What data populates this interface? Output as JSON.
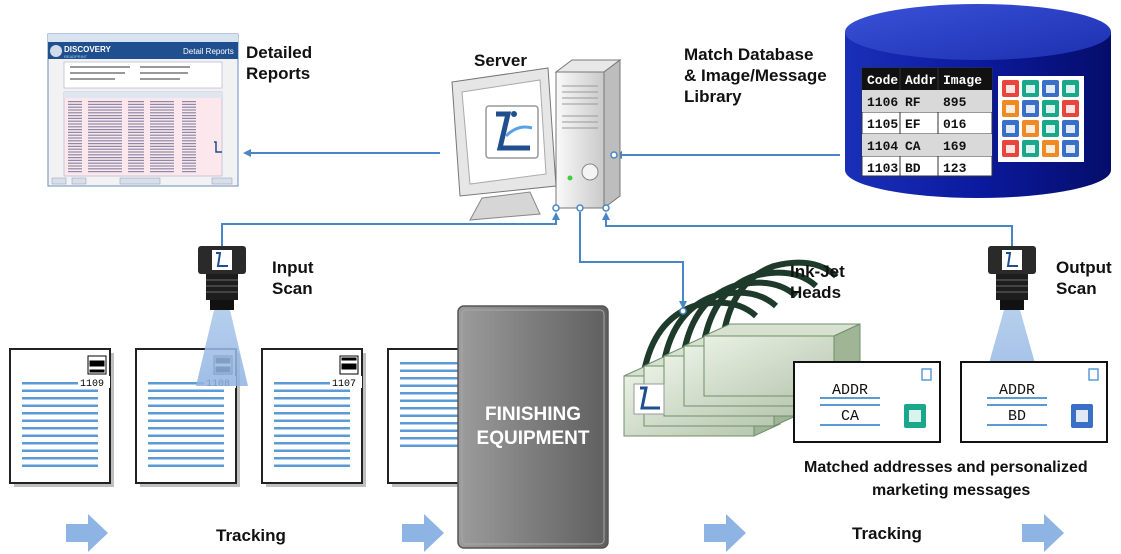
{
  "labels": {
    "detailed_reports": "Detailed\nReports",
    "server": "Server",
    "match_database": "Match Database\n& Image/Message\nLibrary",
    "input_scan": "Input\nScan",
    "output_scan": "Output\nScan",
    "inkjet_heads": "Ink-Jet\nHeads",
    "matched_caption_line1": "Matched addresses and personalized",
    "matched_caption_line2": "marketing messages",
    "tracking_left": "Tracking",
    "tracking_right": "Tracking",
    "finishing_line1": "FINISHING",
    "finishing_line2": "EQUIPMENT"
  },
  "report_window": {
    "brand_line1": "DISCOVERY",
    "brand_line2": "READPRINT",
    "title": "Detail Reports"
  },
  "database_table": {
    "headers": [
      "Code",
      "Addr",
      "Image"
    ],
    "rows": [
      [
        "1106",
        "RF",
        "895"
      ],
      [
        "1105",
        "EF",
        "016"
      ],
      [
        "1104",
        "CA",
        "169"
      ],
      [
        "1103",
        "BD",
        "123"
      ]
    ]
  },
  "documents": {
    "codes": [
      "1109",
      "1108",
      "1107"
    ]
  },
  "output_cards": [
    {
      "addr": "ADDR",
      "value": "CA"
    },
    {
      "addr": "ADDR",
      "value": "BD"
    }
  ],
  "colors": {
    "blue_accent": "#2e6db4",
    "line_blue": "#4a86c5",
    "arrow_fill": "#8eb4e3",
    "db_dark": "#0a1a8c",
    "teal": "#1aa88a"
  }
}
